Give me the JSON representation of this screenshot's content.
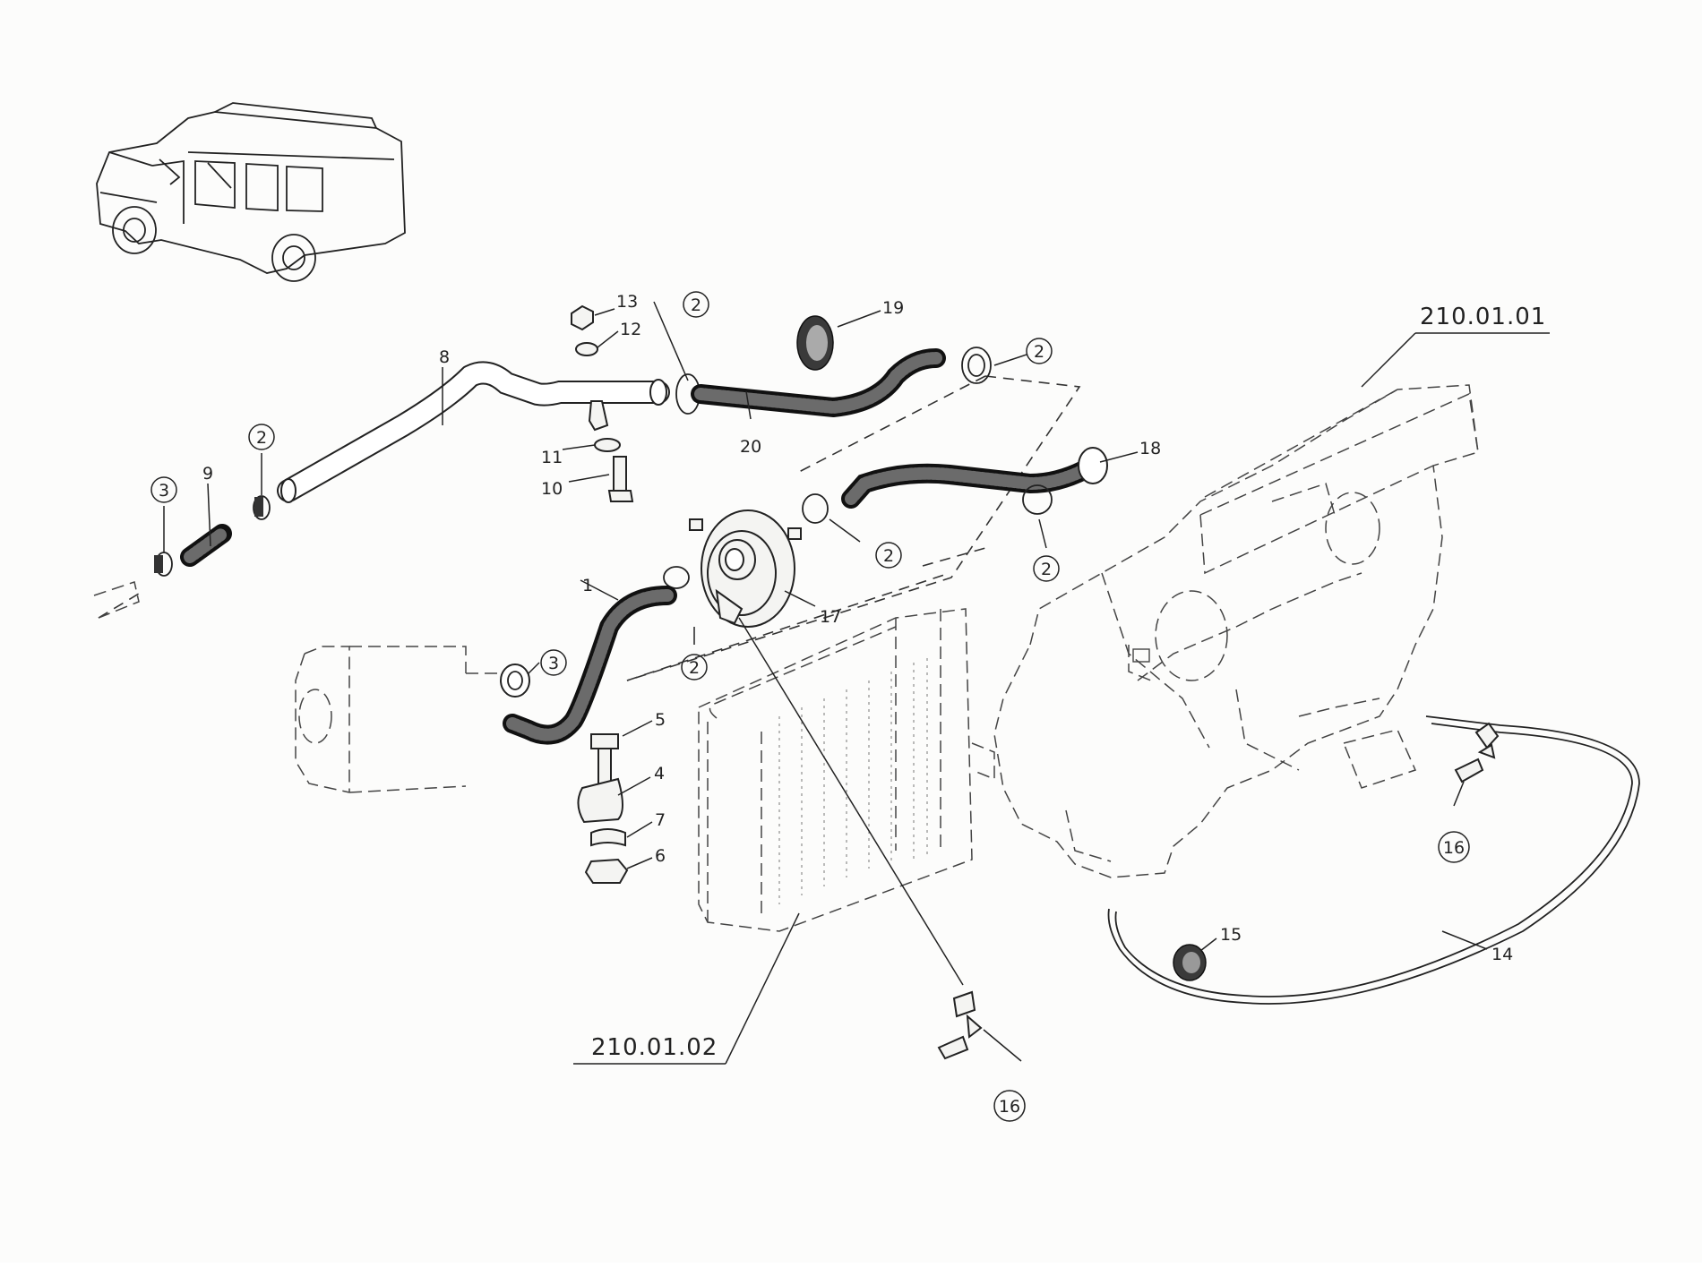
{
  "references": {
    "engine": "210.01.01",
    "radiator": "210.01.02"
  },
  "callouts": {
    "c1": "1",
    "c2": "2",
    "c3": "3",
    "c4": "4",
    "c5": "5",
    "c6": "6",
    "c7": "7",
    "c8": "8",
    "c9": "9",
    "c10": "10",
    "c11": "11",
    "c12": "12",
    "c13": "13",
    "c14": "14",
    "c15": "15",
    "c16": "16",
    "c17": "17",
    "c18": "18",
    "c19": "19",
    "c20": "20"
  }
}
